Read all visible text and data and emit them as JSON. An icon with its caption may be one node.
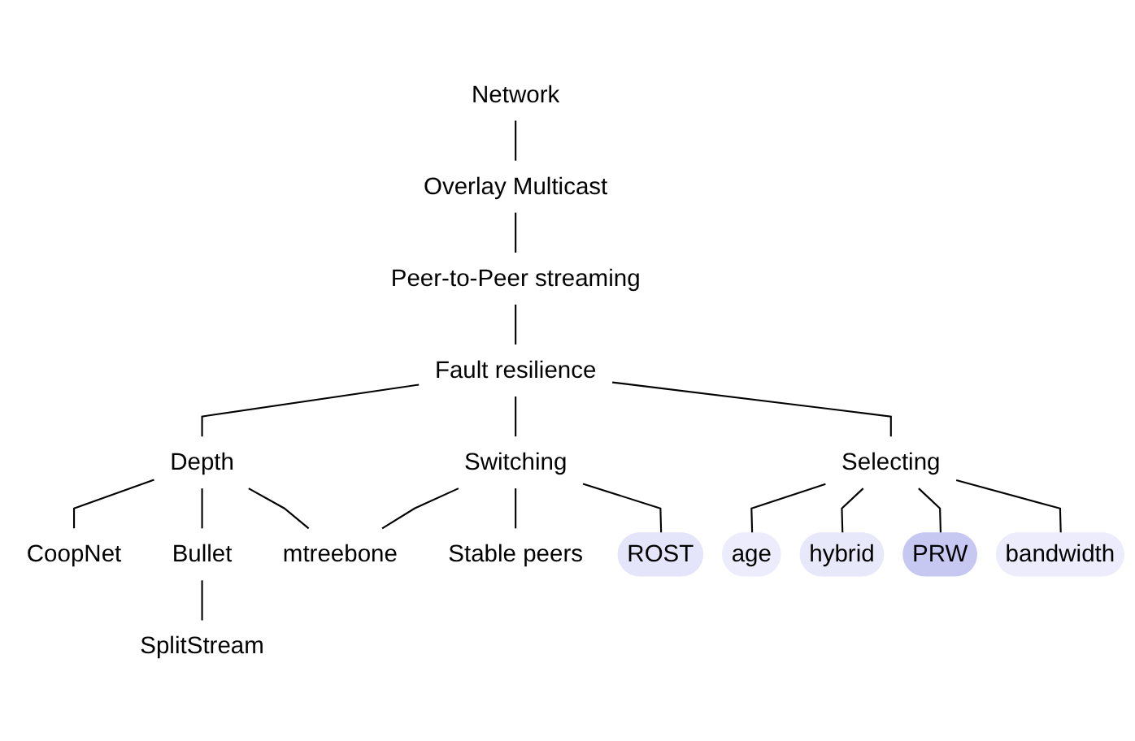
{
  "diagram": {
    "nodes": [
      {
        "text": [
          "Network"
        ]
      },
      {
        "text": [
          "Overlay Multicast"
        ]
      },
      {
        "text": [
          "Peer-to-Peer streaming"
        ]
      },
      {
        "text": [
          "Fault resilience"
        ]
      },
      {
        "text": [
          "Depth"
        ]
      },
      {
        "text": [
          "Switching"
        ]
      },
      {
        "text": [
          "Selecting"
        ]
      },
      {
        "text": [
          "CoopNet"
        ]
      },
      {
        "text": [
          "Bullet"
        ]
      },
      {
        "text": [
          "mtreebone"
        ]
      },
      {
        "text": [
          "ROST"
        ]
      },
      {
        "text": [
          "age"
        ]
      },
      {
        "text": [
          "bandwidth"
        ]
      },
      {
        "text": [
          "SplitStream"
        ]
      },
      {
        "text": [
          "Stable peers"
        ]
      },
      {
        "text": [
          "hybrid"
        ]
      },
      {
        "text": [
          "PRW"
        ]
      }
    ],
    "edges": [
      {
        "from": 0,
        "to": 1,
        "arrow": "none"
      },
      {
        "from": 1,
        "to": 2,
        "arrow": "none"
      },
      {
        "from": 2,
        "to": 3,
        "arrow": "none"
      },
      {
        "from": 3,
        "to": 4,
        "arrow": "none"
      },
      {
        "from": 3,
        "to": 5,
        "arrow": "none"
      },
      {
        "from": 3,
        "to": 6,
        "arrow": "none"
      },
      {
        "from": 4,
        "to": 7,
        "arrow": "none"
      },
      {
        "from": 4,
        "to": 8,
        "arrow": "none"
      },
      {
        "from": 4,
        "to": 9,
        "arrow": "none"
      },
      {
        "from": 8,
        "to": 13,
        "arrow": "none"
      },
      {
        "from": 5,
        "to": 9,
        "arrow": "none"
      },
      {
        "from": 5,
        "to": 14,
        "arrow": "none"
      },
      {
        "from": 5,
        "to": 10,
        "arrow": "none"
      },
      {
        "from": 6,
        "to": 11,
        "arrow": "none"
      },
      {
        "from": 6,
        "to": 15,
        "arrow": "none"
      },
      {
        "from": 6,
        "to": 16,
        "arrow": "none"
      },
      {
        "from": 6,
        "to": 12,
        "arrow": "none"
      }
    ]
  }
}
